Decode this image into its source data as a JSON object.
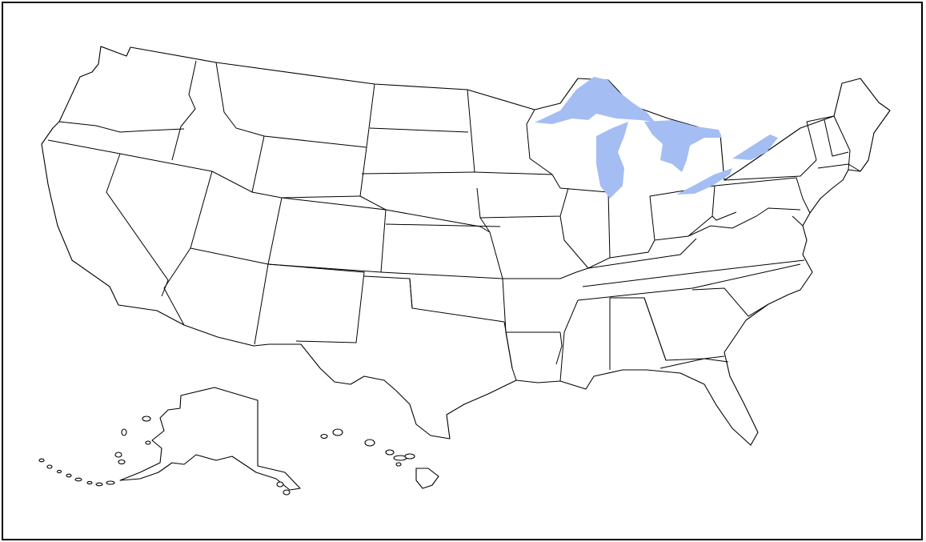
{
  "map": {
    "colors": {
      "background": "#ffffff",
      "state_fill": "#ffffff",
      "border": "#000000",
      "lakes": "#a4bdf3"
    },
    "regions": [
      "contiguous-us",
      "alaska",
      "hawaii"
    ],
    "features": [
      "great-lakes"
    ]
  }
}
